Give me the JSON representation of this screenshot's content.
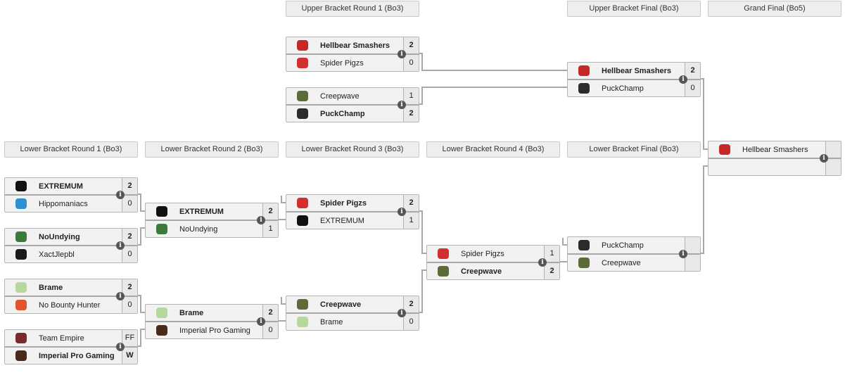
{
  "headers": {
    "ub_r1": "Upper Bracket Round 1 (Bo3)",
    "ub_final": "Upper Bracket Final (Bo3)",
    "grand_final": "Grand Final (Bo5)",
    "lb_r1": "Lower Bracket Round 1 (Bo3)",
    "lb_r2": "Lower Bracket Round 2 (Bo3)",
    "lb_r3": "Lower Bracket Round 3 (Bo3)",
    "lb_r4": "Lower Bracket Round 4 (Bo3)",
    "lb_final": "Lower Bracket Final (Bo3)"
  },
  "info_icon": "i",
  "logo_colors": {
    "Hellbear Smashers": "#c62828",
    "Spider Pigzs": "#d32f2f",
    "Creepwave": "#5d6b3a",
    "PuckChamp": "#2b2b2b",
    "EXTREMUM": "#111111",
    "Hippomaniacs": "#2f8fd0",
    "NoUndying": "#3c7a3c",
    "XactJlepbl": "#1a1a1a",
    "Brame": "#b5d99c",
    "No Bounty Hunter": "#e0552e",
    "Team Empire": "#7a2a2a",
    "Imperial Pro Gaming": "#4a2a1a"
  },
  "matches": [
    {
      "id": "ub-r1-m1",
      "teams": [
        {
          "name": "Hellbear Smashers",
          "score": "2",
          "win": true
        },
        {
          "name": "Spider Pigzs",
          "score": "0",
          "win": false
        }
      ]
    },
    {
      "id": "ub-r1-m2",
      "teams": [
        {
          "name": "Creepwave",
          "score": "1",
          "win": false
        },
        {
          "name": "PuckChamp",
          "score": "2",
          "win": true
        }
      ]
    },
    {
      "id": "ub-final",
      "teams": [
        {
          "name": "Hellbear Smashers",
          "score": "2",
          "win": true
        },
        {
          "name": "PuckChamp",
          "score": "0",
          "win": false
        }
      ]
    },
    {
      "id": "grand-final",
      "teams": [
        {
          "name": "Hellbear Smashers",
          "score": "",
          "win": false
        },
        {
          "name": "",
          "score": "",
          "win": false
        }
      ]
    },
    {
      "id": "lb-r1-m1",
      "teams": [
        {
          "name": "EXTREMUM",
          "score": "2",
          "win": true
        },
        {
          "name": "Hippomaniacs",
          "score": "0",
          "win": false
        }
      ]
    },
    {
      "id": "lb-r1-m2",
      "teams": [
        {
          "name": "NoUndying",
          "score": "2",
          "win": true
        },
        {
          "name": "XactJlepbl",
          "score": "0",
          "win": false
        }
      ]
    },
    {
      "id": "lb-r1-m3",
      "teams": [
        {
          "name": "Brame",
          "score": "2",
          "win": true
        },
        {
          "name": "No Bounty Hunter",
          "score": "0",
          "win": false
        }
      ]
    },
    {
      "id": "lb-r1-m4",
      "teams": [
        {
          "name": "Team Empire",
          "score": "FF",
          "win": false
        },
        {
          "name": "Imperial Pro Gaming",
          "score": "W",
          "win": true
        }
      ]
    },
    {
      "id": "lb-r2-m1",
      "teams": [
        {
          "name": "EXTREMUM",
          "score": "2",
          "win": true
        },
        {
          "name": "NoUndying",
          "score": "1",
          "win": false
        }
      ]
    },
    {
      "id": "lb-r2-m2",
      "teams": [
        {
          "name": "Brame",
          "score": "2",
          "win": true
        },
        {
          "name": "Imperial Pro Gaming",
          "score": "0",
          "win": false
        }
      ]
    },
    {
      "id": "lb-r3-m1",
      "teams": [
        {
          "name": "Spider Pigzs",
          "score": "2",
          "win": true
        },
        {
          "name": "EXTREMUM",
          "score": "1",
          "win": false
        }
      ]
    },
    {
      "id": "lb-r3-m2",
      "teams": [
        {
          "name": "Creepwave",
          "score": "2",
          "win": true
        },
        {
          "name": "Brame",
          "score": "0",
          "win": false
        }
      ]
    },
    {
      "id": "lb-r4",
      "teams": [
        {
          "name": "Spider Pigzs",
          "score": "1",
          "win": false
        },
        {
          "name": "Creepwave",
          "score": "2",
          "win": true
        }
      ]
    },
    {
      "id": "lb-final",
      "teams": [
        {
          "name": "PuckChamp",
          "score": "",
          "win": false
        },
        {
          "name": "Creepwave",
          "score": "",
          "win": false
        }
      ]
    }
  ]
}
